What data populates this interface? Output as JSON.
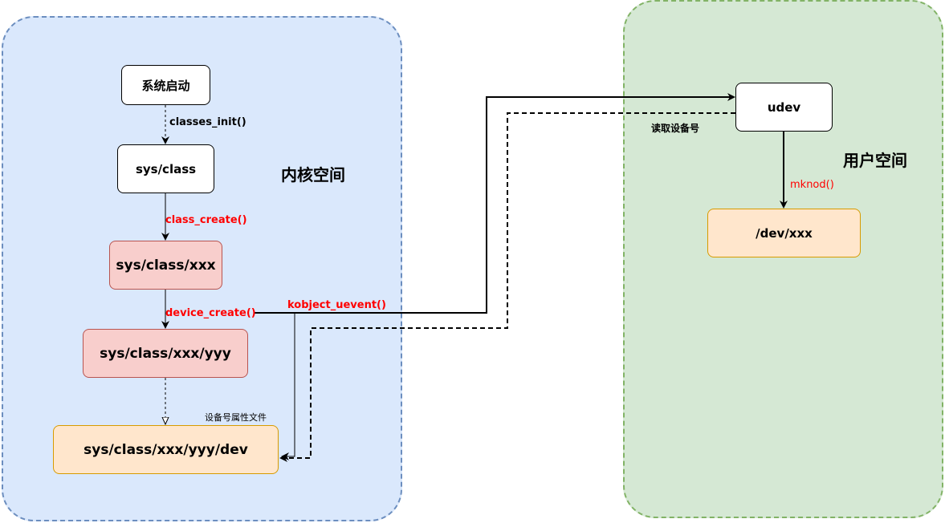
{
  "regions": {
    "kernel_title": "内核空间",
    "user_title": "用户空间"
  },
  "nodes": {
    "boot": "系统启动",
    "sys_class": "sys/class",
    "sys_class_xxx": "sys/class/xxx",
    "sys_class_xxx_yyy": "sys/class/xxx/yyy",
    "dev_file": "sys/class/xxx/yyy/dev",
    "udev": "udev",
    "dev_xxx": "/dev/xxx"
  },
  "edges": {
    "classes_init": "classes_init()",
    "class_create": "class_create()",
    "device_create": "device_create()",
    "kobject_uevent": "kobject_uevent()",
    "devnum_attr_file": "设备号属性文件",
    "read_devnum": "读取设备号",
    "mknod": "mknod()"
  },
  "colors": {
    "kernel_fill": "#dae8fc",
    "kernel_border": "#6c8ebf",
    "user_fill": "#d5e8d4",
    "user_border": "#82b366",
    "red_fill": "#f8cecc",
    "orange_fill": "#ffe6cc",
    "label_red": "#ff0000"
  }
}
